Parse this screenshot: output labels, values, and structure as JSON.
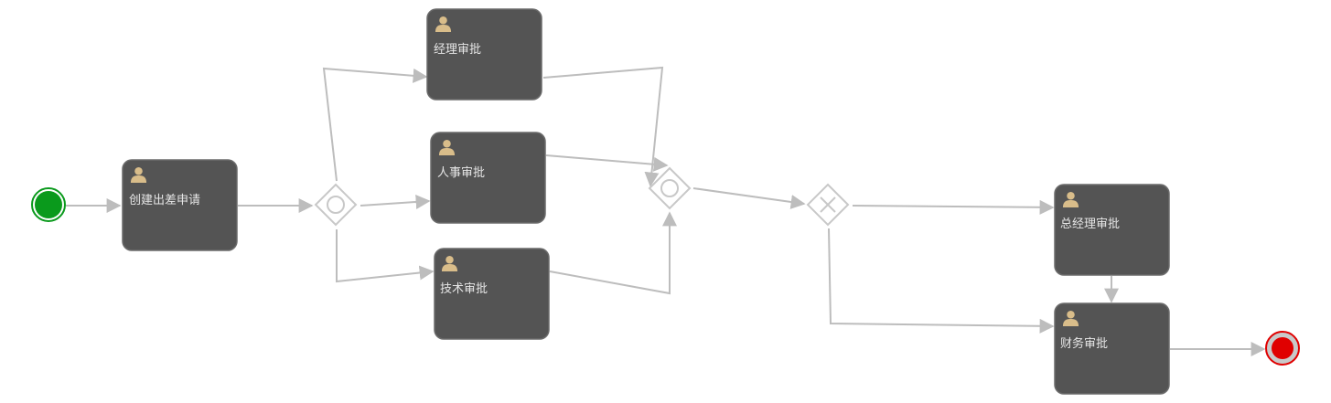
{
  "diagram": {
    "colors": {
      "task_fill": "#545454",
      "task_stroke": "#6b6b6b",
      "flow": "#bdbdbd",
      "gateway_stroke": "#c8c8c8",
      "user_icon": "#d9bd8a",
      "start_event": "#0a9a1c",
      "end_event": "#e00000"
    },
    "tasks": [
      {
        "id": "create",
        "label": "创建出差申请",
        "icon": "user-icon"
      },
      {
        "id": "manager",
        "label": "经理审批",
        "icon": "user-icon"
      },
      {
        "id": "hr",
        "label": "人事审批",
        "icon": "user-icon"
      },
      {
        "id": "tech",
        "label": "技术审批",
        "icon": "user-icon"
      },
      {
        "id": "gm",
        "label": "总经理审批",
        "icon": "user-icon"
      },
      {
        "id": "finance",
        "label": "财务审批",
        "icon": "user-icon"
      }
    ],
    "gateways": [
      {
        "id": "split",
        "type": "inclusive"
      },
      {
        "id": "join",
        "type": "inclusive"
      },
      {
        "id": "decision",
        "type": "exclusive"
      }
    ],
    "events": [
      {
        "id": "start",
        "type": "start"
      },
      {
        "id": "end",
        "type": "end"
      }
    ]
  }
}
